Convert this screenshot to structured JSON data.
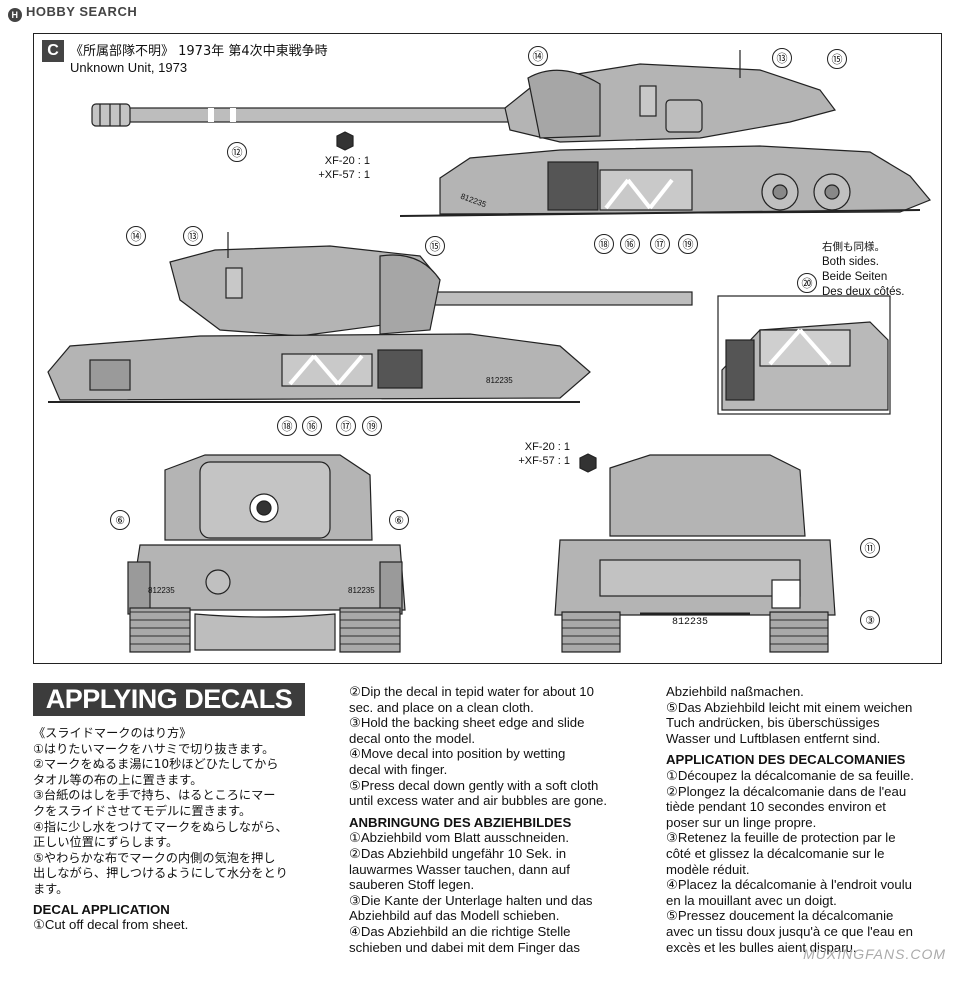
{
  "watermark_top": "HOBBY SEARCH",
  "watermark_bottom": "MUXINGFANS.COM",
  "scheme": {
    "badge": "C",
    "title_jp": "《所属部隊不明》 1973年 第4次中東戦争時",
    "title_en": "Unknown Unit, 1973"
  },
  "paint_top": [
    "XF-20 : 1",
    "+XF-57 : 1"
  ],
  "paint_rear": [
    "XF-20 : 1",
    "+XF-57 : 1"
  ],
  "both_sides": [
    "右側も同様。",
    "Both sides.",
    "Beide Seiten",
    "Des deux côtés."
  ],
  "callouts": {
    "c12": "⑫",
    "c14a": "⑭",
    "c13a": "⑬",
    "c15a": "⑮",
    "c18a": "⑱",
    "c16a": "⑯",
    "c17a": "⑰",
    "c19a": "⑲",
    "c14b": "⑭",
    "c13b": "⑬",
    "c15b": "⑮",
    "c18b": "⑱",
    "c16b": "⑯",
    "c17b": "⑰",
    "c19b": "⑲",
    "c20": "⑳",
    "c6a": "⑥",
    "c6b": "⑥",
    "c11": "⑪",
    "c3": "③"
  },
  "serials": {
    "top": "812235",
    "side": "812235",
    "front1": "812235",
    "front2": "812235",
    "rear": "812235"
  },
  "applying_title": "APPLYING DECALS",
  "col1": {
    "jp_lines": [
      "《スライドマークのはり方》",
      "①はりたいマークをハサミで切り抜きます。",
      "②マークをぬるま湯に10秒ほどひたしてから",
      "タオル等の布の上に置きます。",
      "③台紙のはしを手で持ち、はるところにマー",
      "クをスライドさせてモデルに置きます。",
      "④指に少し水をつけてマークをぬらしながら、",
      "正しい位置にずらします。",
      "⑤やわらかな布でマークの内側の気泡を押し",
      "出しながら、押しつけるようにして水分をとり",
      "ます。"
    ],
    "decal_heading": "DECAL APPLICATION",
    "decal_1": "①Cut off decal from sheet."
  },
  "col2": {
    "lines_en": [
      "②Dip the decal in tepid water for about 10",
      "sec. and place on a clean cloth.",
      "③Hold the backing sheet edge and slide",
      "decal onto the model.",
      "④Move decal into position by wetting",
      "decal with finger.",
      "⑤Press decal down gently with a soft cloth",
      "until excess water and air bubbles are gone."
    ],
    "de_heading": "ANBRINGUNG DES ABZIEHBILDES",
    "lines_de": [
      "①Abziehbild vom Blatt ausschneiden.",
      "②Das Abziehbild ungefähr 10 Sek. in",
      "lauwarmes Wasser tauchen, dann auf",
      "sauberen Stoff legen.",
      "③Die Kante der Unterlage halten und das",
      "Abziehbild auf das Modell schieben.",
      "④Das Abziehbild an die richtige Stelle",
      "schieben und dabei mit dem Finger das"
    ]
  },
  "col3": {
    "lines_de": [
      "Abziehbild naßmachen.",
      "⑤Das Abziehbild leicht mit einem weichen",
      "Tuch andrücken, bis überschüssiges",
      "Wasser und Luftblasen entfernt sind."
    ],
    "fr_heading": "APPLICATION DES DECALCOMANIES",
    "lines_fr": [
      "①Découpez la décalcomanie de sa feuille.",
      "②Plongez la décalcomanie dans de l'eau",
      "tiède pendant 10 secondes environ et",
      "poser sur un linge propre.",
      "③Retenez la feuille de protection par le",
      "côté et glissez la décalcomanie sur le",
      "modèle réduit.",
      "④Placez la décalcomanie à l'endroit voulu",
      "en la mouillant avec un doigt.",
      "⑤Pressez doucement la décalcomanie",
      "avec un tissu doux jusqu'à ce que l'eau en",
      "excès et les bulles aient disparu."
    ]
  }
}
